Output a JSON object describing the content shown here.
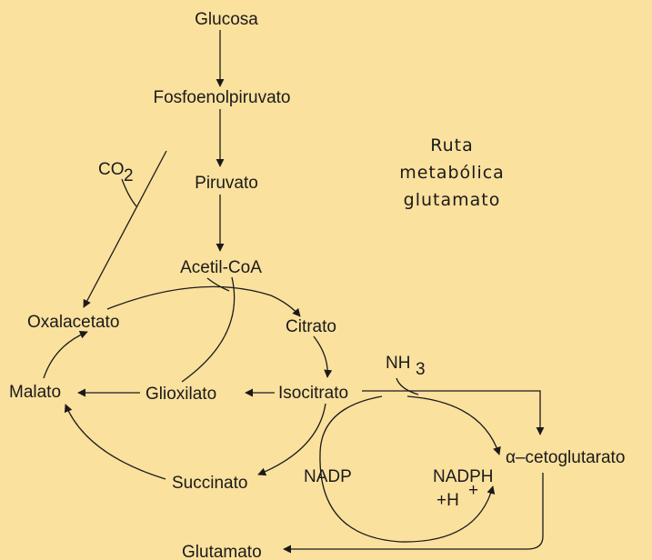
{
  "title": {
    "line1": "Ruta",
    "line2": "metabólica",
    "line3": "glutamato"
  },
  "nodes": {
    "glucosa": "Glucosa",
    "fosfoenolpiruvato": "Fosfoenolpiruvato",
    "piruvato": "Piruvato",
    "acetil_coa": "Acetil-CoA",
    "oxalacetato": "Oxalacetato",
    "citrato": "Citrato",
    "malato": "Malato",
    "glioxilato": "Glioxilato",
    "isocitrato": "Isocitrato",
    "succinato": "Succinato",
    "cetoglutarato": "α–cetoglutarato",
    "glutamato": "Glutamato",
    "nadp": "NADP",
    "nadph": "NADPH",
    "h_plus_base": "+H",
    "h_plus_sup": "+",
    "nh3_base": "NH",
    "nh3_sub": "3",
    "co2_base": "CO",
    "co2_sub": "2"
  },
  "colors": {
    "background": "#FBE19E",
    "ink": "#1a1a1a"
  }
}
